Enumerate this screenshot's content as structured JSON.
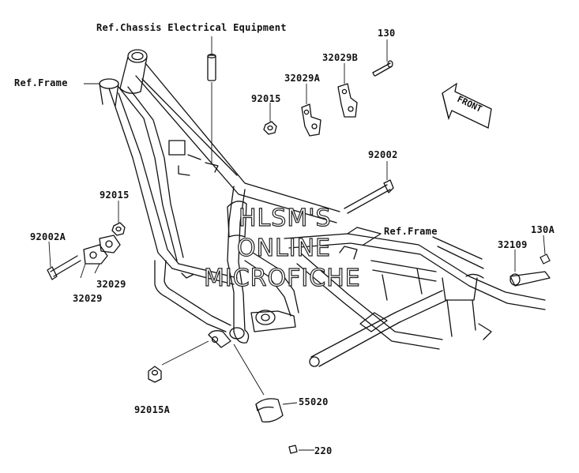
{
  "labels": {
    "ref_chassis": "Ref.Chassis Electrical Equipment",
    "ref_frame_left": "Ref.Frame",
    "ref_frame_right": "Ref.Frame",
    "p130": "130",
    "p32029B": "32029B",
    "p32029A": "32029A",
    "p92015_top": "92015",
    "p92002": "92002",
    "p92015_mid": "92015",
    "p92002A": "92002A",
    "p32029_a": "32029",
    "p32029_b": "32029",
    "p130A": "130A",
    "p32109": "32109",
    "p92015A": "92015A",
    "p55020": "55020",
    "p220": "220",
    "front": "FRONT"
  },
  "watermark": {
    "line1": "HLSM'S",
    "line2": "ONLINE",
    "line3": "MICROFICHE"
  }
}
